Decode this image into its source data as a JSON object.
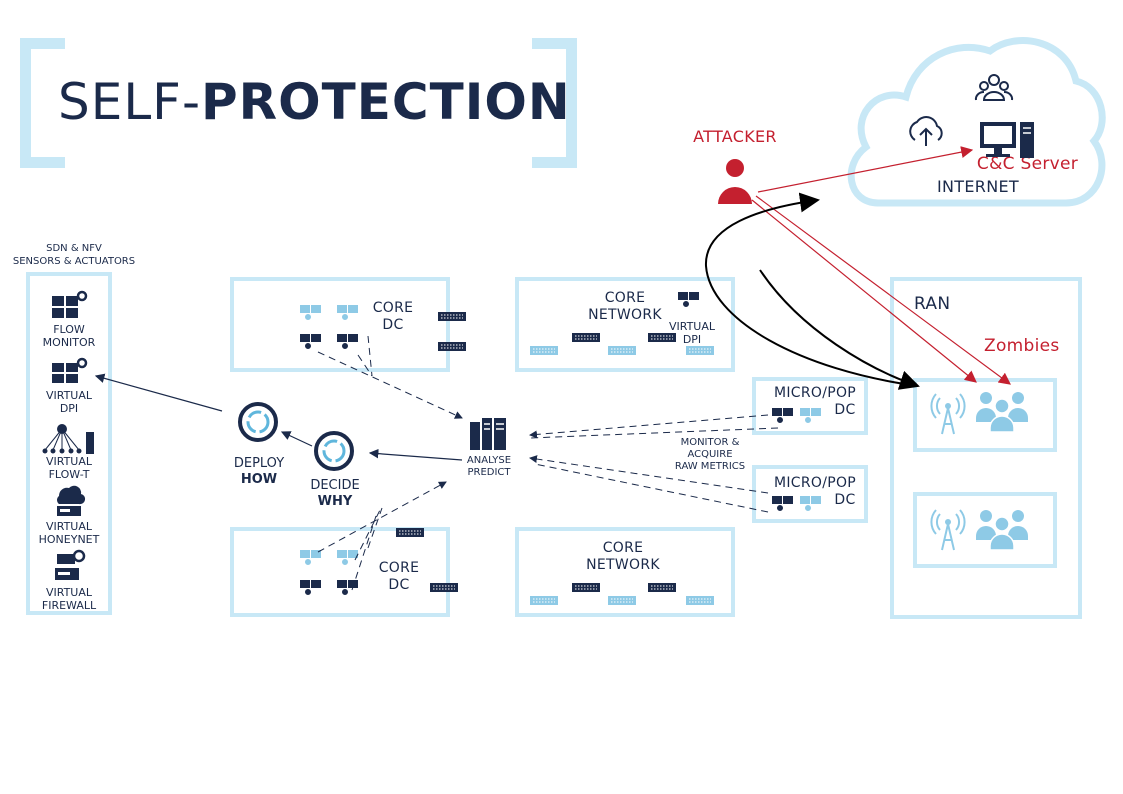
{
  "title": {
    "light": "SELF-",
    "bold": "PROTECTION"
  },
  "sensors_panel": {
    "header_line1": "SDN & NFV",
    "header_line2": "SENSORS & ACTUATORS",
    "items": [
      {
        "line1": "FLOW",
        "line2": "MONITOR",
        "icon": "server-gear-icon"
      },
      {
        "line1": "VIRTUAL",
        "line2": "DPI",
        "icon": "server-gear-icon"
      },
      {
        "line1": "VIRTUAL",
        "line2": "FLOW-T",
        "icon": "network-tree-icon"
      },
      {
        "line1": "VIRTUAL",
        "line2": "HONEYNET",
        "icon": "honeynet-icon"
      },
      {
        "line1": "VIRTUAL",
        "line2": "FIREWALL",
        "icon": "firewall-icon"
      }
    ]
  },
  "loop": {
    "deploy": {
      "line1": "DEPLOY",
      "line2": "HOW"
    },
    "decide": {
      "line1": "DECIDE",
      "line2": "WHY"
    },
    "analyse": {
      "line1": "ANALYSE",
      "line2": "PREDICT"
    },
    "monitor": {
      "line1": "MONITOR &",
      "line2": "ACQUIRE",
      "line3": "RAW METRICS"
    }
  },
  "core_dc_top": {
    "line1": "CORE",
    "line2": "DC"
  },
  "core_dc_bottom": {
    "line1": "CORE",
    "line2": "DC"
  },
  "core_network_top": {
    "line1": "CORE",
    "line2": "NETWORK",
    "dpi_line1": "VIRTUAL",
    "dpi_line2": "DPI"
  },
  "core_network_bottom": {
    "line1": "CORE",
    "line2": "NETWORK"
  },
  "micro_pop_top": {
    "line1": "MICRO/POP",
    "line2": "DC"
  },
  "micro_pop_bottom": {
    "line1": "MICRO/POP",
    "line2": "DC"
  },
  "attacker": {
    "label": "ATTACKER"
  },
  "internet": {
    "cc_label": "C&C Server",
    "label": "INTERNET"
  },
  "ran": {
    "label": "RAN",
    "zombies_label": "Zombies"
  },
  "colors": {
    "navy": "#1b2a4a",
    "light_blue": "#c8e8f6",
    "mid_blue": "#8ecae6",
    "red": "#c4202f"
  }
}
